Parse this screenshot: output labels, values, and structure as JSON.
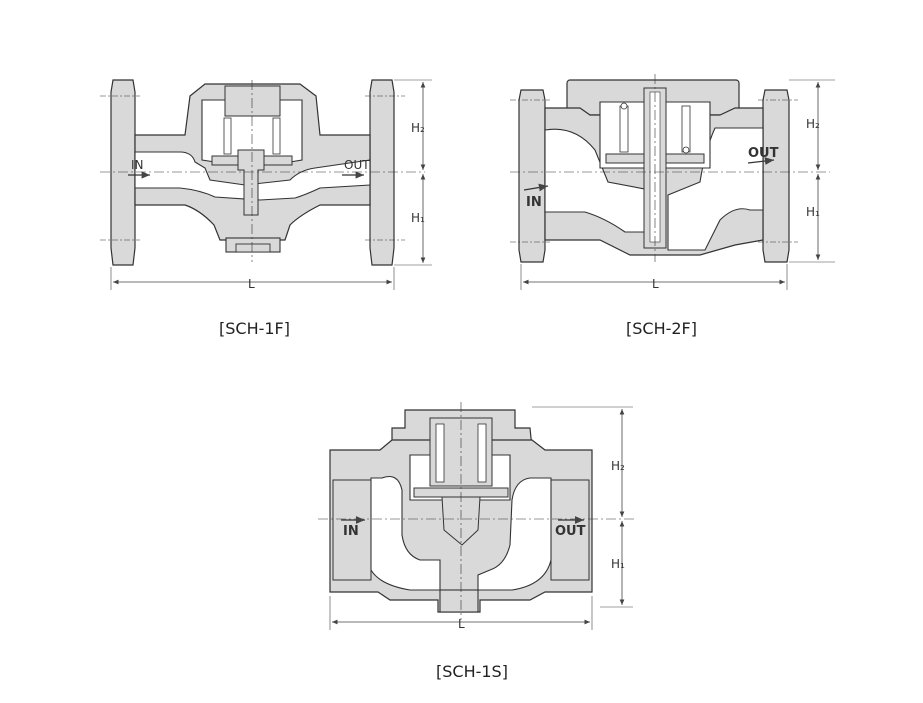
{
  "colors": {
    "body_fill": "#d9d9d9",
    "cavity_fill": "#ffffff",
    "outline": "#333333",
    "dimension": "#444444"
  },
  "diagrams": [
    {
      "caption": "[SCH-1F]",
      "labels": {
        "inlet": "IN",
        "outlet": "OUT",
        "h1": "H₁",
        "h2": "H₂",
        "length": "L"
      }
    },
    {
      "caption": "[SCH-2F]",
      "labels": {
        "inlet": "IN",
        "outlet": "OUT",
        "h1": "H₁",
        "h2": "H₂",
        "length": "L"
      }
    },
    {
      "caption": "[SCH-1S]",
      "labels": {
        "inlet": "IN",
        "outlet": "OUT",
        "h1": "H₁",
        "h2": "H₂",
        "length": "L"
      }
    }
  ]
}
